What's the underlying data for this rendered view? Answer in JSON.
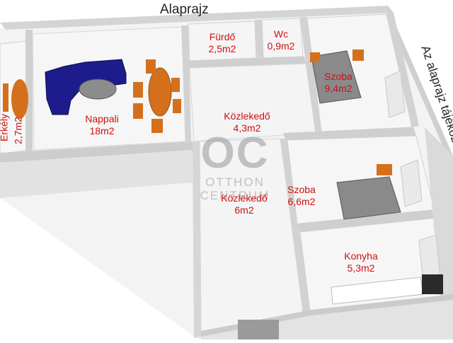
{
  "title": "Alaprajz",
  "side_note": "Az alaprajz tájékoztató jellegű",
  "watermark": {
    "logo": "OC",
    "line1": "OTTHON",
    "line2": "CENTRUM"
  },
  "rooms": [
    {
      "id": "erkely",
      "name": "Erkély",
      "area": "2,7m2"
    },
    {
      "id": "nappali",
      "name": "Nappali",
      "area": "18m2"
    },
    {
      "id": "furdo",
      "name": "Fürdő",
      "area": "2,5m2"
    },
    {
      "id": "wc",
      "name": "Wc",
      "area": "0,9m2"
    },
    {
      "id": "szoba1",
      "name": "Szoba",
      "area": "9,4m2"
    },
    {
      "id": "kozlekedo1",
      "name": "Közlekedő",
      "area": "4,3m2"
    },
    {
      "id": "szoba2",
      "name": "Szoba",
      "area": "6,6m2"
    },
    {
      "id": "kozlekedo2",
      "name": "Közlekedő",
      "area": "6m2"
    },
    {
      "id": "konyha",
      "name": "Konyha",
      "area": "5,3m2"
    }
  ],
  "colors": {
    "floor": "#f3f3f3",
    "wall": "#d9d9d9",
    "wall_dark": "#bdbdbd",
    "label": "#d01010",
    "sofa": "#1c1c8c",
    "wood": "#d4701c",
    "bed": "#8a8a8a"
  }
}
